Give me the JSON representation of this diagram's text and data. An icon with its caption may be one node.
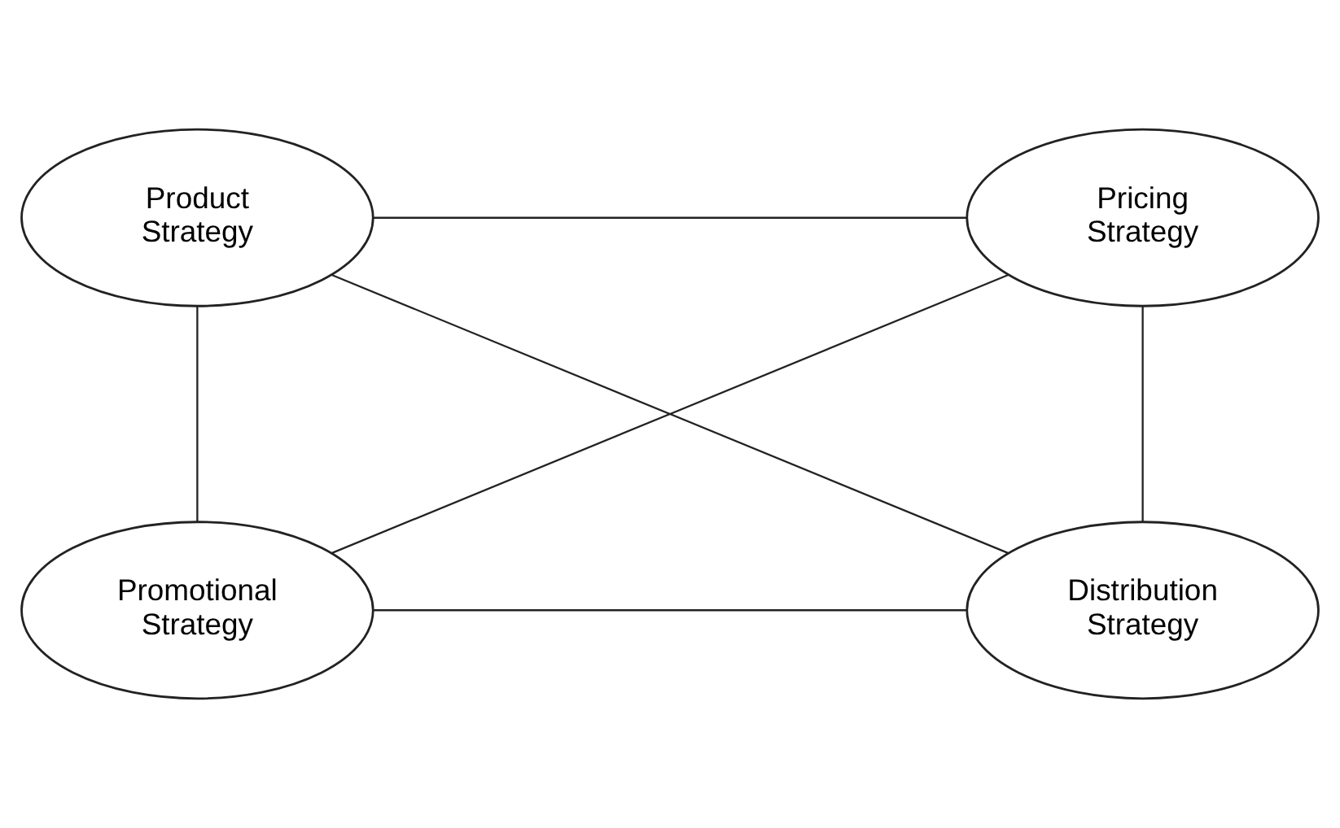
{
  "diagram": {
    "nodes": [
      {
        "text": [
          "Product Strategy"
        ]
      },
      {
        "text": [
          "Pricing Strategy"
        ]
      },
      {
        "text": [
          "Promotional Strategy"
        ]
      },
      {
        "text": [
          "Distribution Strategy"
        ]
      }
    ],
    "edges": [
      {
        "from": 0,
        "to": 1,
        "arrow": "none"
      },
      {
        "from": 0,
        "to": 2,
        "arrow": "none"
      },
      {
        "from": 0,
        "to": 3,
        "arrow": "none"
      },
      {
        "from": 1,
        "to": 2,
        "arrow": "none"
      },
      {
        "from": 1,
        "to": 3,
        "arrow": "none"
      },
      {
        "from": 2,
        "to": 3,
        "arrow": "none"
      }
    ]
  }
}
